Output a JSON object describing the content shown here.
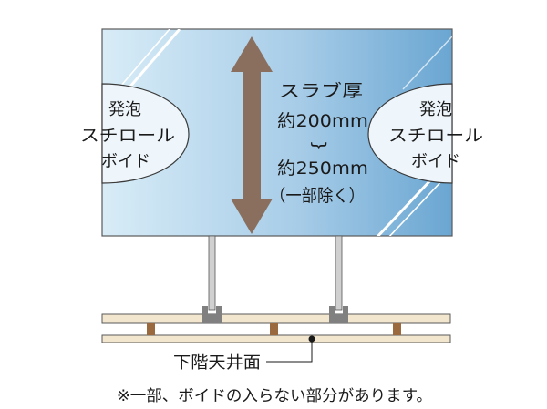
{
  "slab": {
    "title": "スラブ厚",
    "range_min": "約200mm",
    "range_sep": "{",
    "range_max": "約250mm",
    "note": "（一部除く）"
  },
  "void_left": {
    "line1": "発泡",
    "line2": "スチロール",
    "line3": "ボイド"
  },
  "void_right": {
    "line1": "発泡",
    "line2": "スチロール",
    "line3": "ボイド"
  },
  "ceiling_label": "下階天井面",
  "footnote": "※一部、ボイドの入らない部分があります。",
  "colors": {
    "slab_light": "#d6ebf6",
    "slab_dark": "#6aa6d2",
    "arrow": "#8a6f5e",
    "void_fill": "#eef6fc",
    "board": "#f2e6cf",
    "batten": "#9a6a3e",
    "hanger": "#d0d0d0",
    "clip": "#808080"
  }
}
